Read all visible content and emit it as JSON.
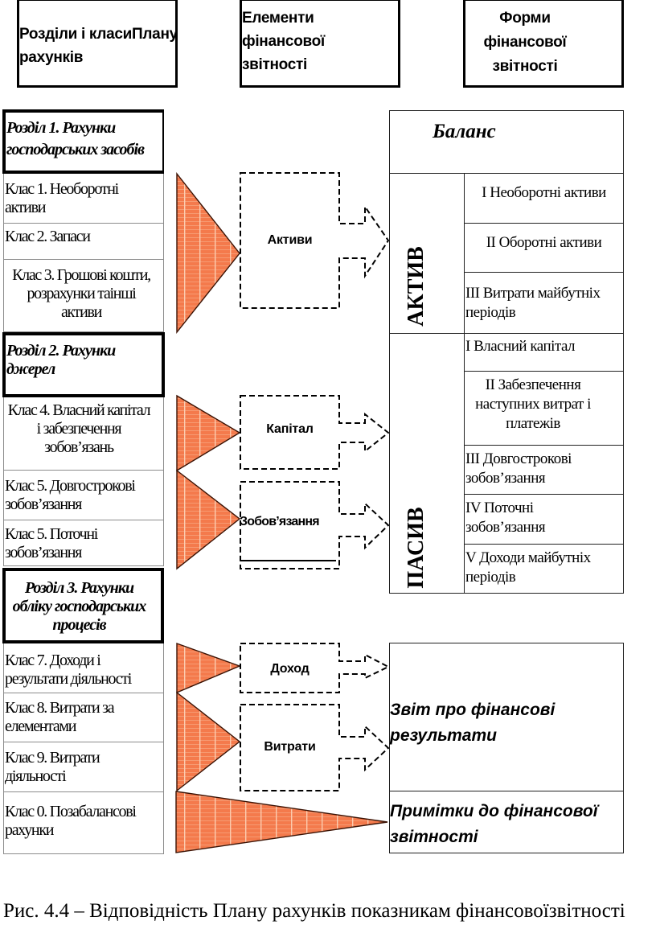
{
  "column_headers": {
    "chart_of_accounts": "Розділи і класиПлану\nрахунків",
    "statement_elements": "Елементи\nфінансової\nзвітності",
    "statement_forms": "Форми\nфінансової\nзвітності"
  },
  "chart_of_accounts": {
    "sections": [
      {
        "title": "Розділ 1. Рахунки\nгосподарських засобів",
        "classes": [
          "Клас 1. Необоротні\nактиви",
          "Клас 2. Запаси",
          "Клас 3. Грошові кошти,\nрозрахунки таінші\nактиви"
        ]
      },
      {
        "title": "Розділ 2. Рахунки\nджерел",
        "classes": [
          "Клас 4. Власний капітал\nі забезпечення\nзобов’язань",
          "Клас 5. Довгострокові\nзобов’язання",
          "Клас 5. Поточні\nзобов’язання"
        ]
      },
      {
        "title": "Розділ 3. Рахунки\nобліку господарських\nпроцесів",
        "classes": [
          "Клас 7. Доходи і\nрезультати діяльності",
          "Клас 8. Витрати за\nелементами",
          "Клас 9. Витрати\nдіяльності",
          "Клас 0. Позабалансові\nрахунки"
        ]
      }
    ]
  },
  "statement_elements": [
    "Активи",
    "Капітал",
    "Зобов’язання",
    "Доход",
    "Витрати"
  ],
  "statement_forms": {
    "balance": {
      "title": "Баланс",
      "assets": {
        "label": "АКТИВ",
        "items": [
          "I Необоротні активи",
          "II Оборотні активи",
          "III Витрати майбутніх\nперіодів"
        ]
      },
      "liabilities": {
        "label": "ПАСИВ",
        "items": [
          "I Власний капітал",
          "II Забезпечення\nнаступних витрат і\nплатежів",
          "III Довгострокові\nзобов’язання",
          "IV Поточні\nзобов’язання",
          "V Доходи майбутніх\nперіодів"
        ]
      }
    },
    "income_statement": "Звіт про фінансові\nрезультати",
    "notes": "Примітки до фінансової\nзвітності"
  },
  "caption": "Рис. 4.4 – Відповідність Плану рахунків показникам фінансовоїзвітності",
  "colors": {
    "connector_fill": "#F47A4C",
    "connector_stripe": "#F69A72",
    "connector_grid": "#FCCBAE",
    "connector_outline": "#3A1204",
    "dashed_line": "#000000"
  }
}
